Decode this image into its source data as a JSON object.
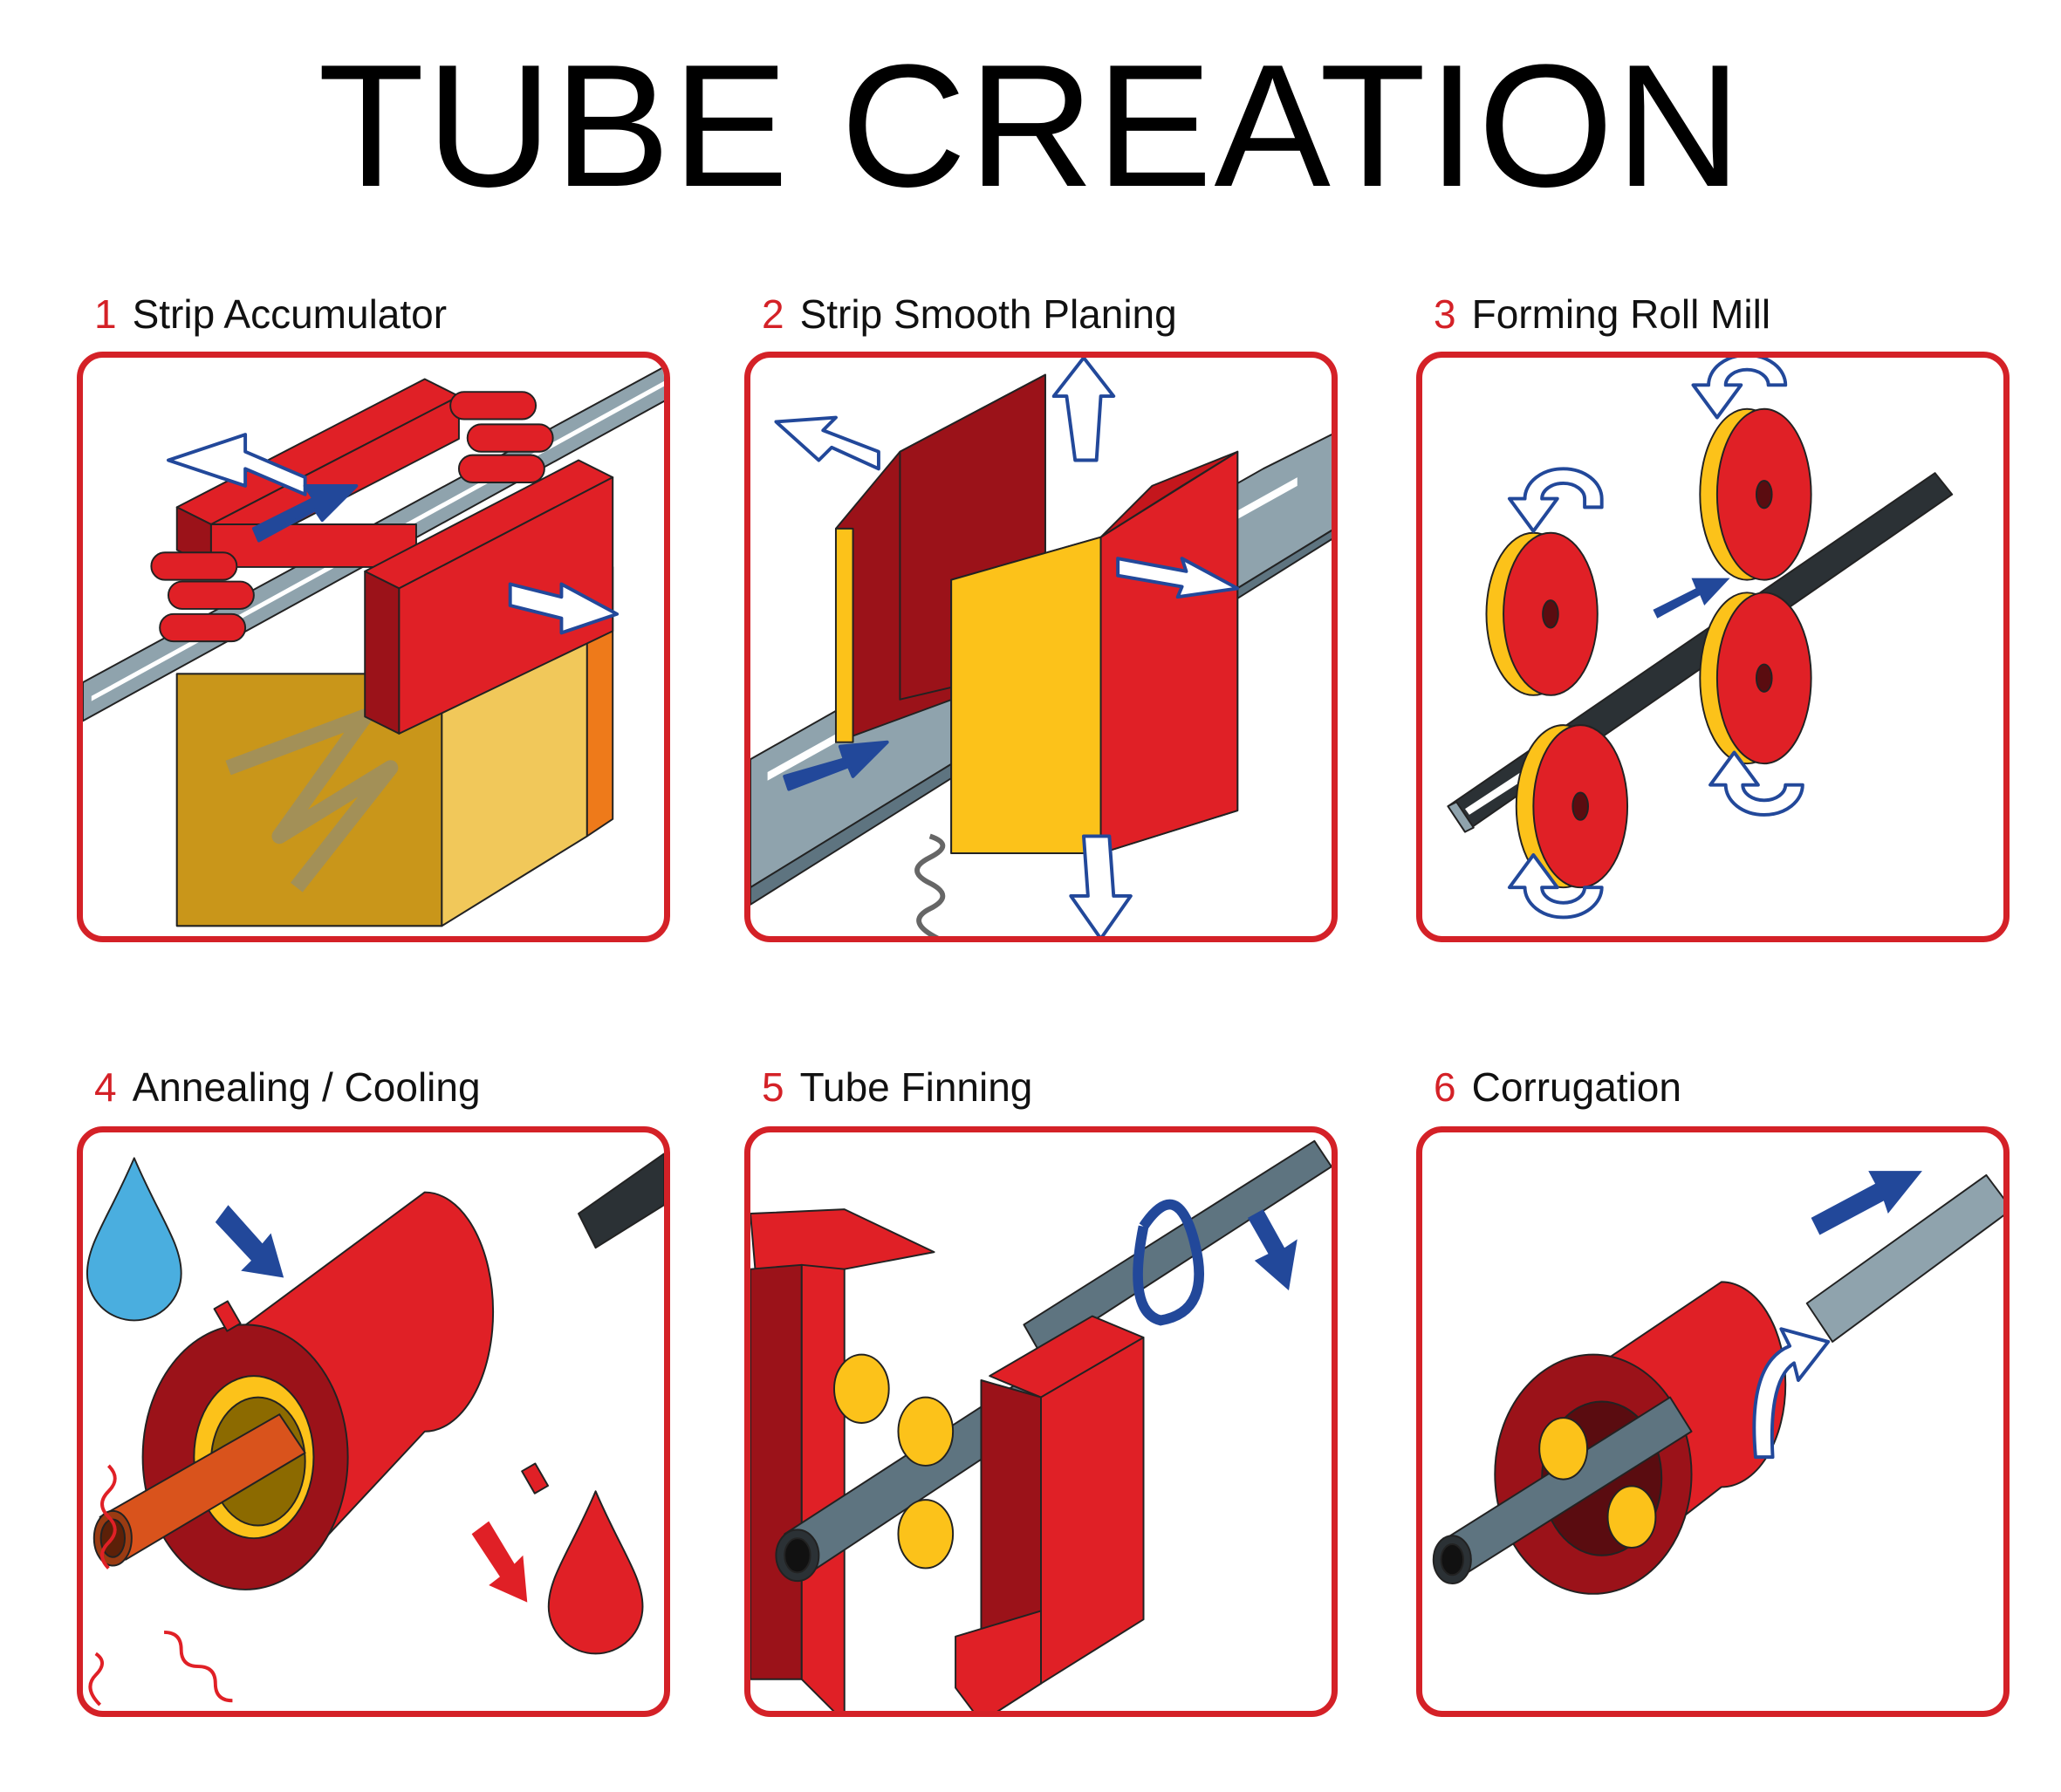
{
  "title": "TUBE CREATION",
  "colors": {
    "frame": "#d42127",
    "red": "#e02026",
    "dark_red": "#9b1219",
    "yellow": "#fcc21a",
    "steel": "#8fa3ad",
    "arrow_blue": "#22489a",
    "water_blue": "#4aaedf"
  },
  "steps": [
    {
      "number": "1",
      "label": "Strip Accumulator"
    },
    {
      "number": "2",
      "label": "Strip Smooth Planing"
    },
    {
      "number": "3",
      "label": "Forming Roll Mill"
    },
    {
      "number": "4",
      "label": "Annealing / Cooling"
    },
    {
      "number": "5",
      "label": "Tube Finning"
    },
    {
      "number": "6",
      "label": "Corrugation"
    }
  ]
}
